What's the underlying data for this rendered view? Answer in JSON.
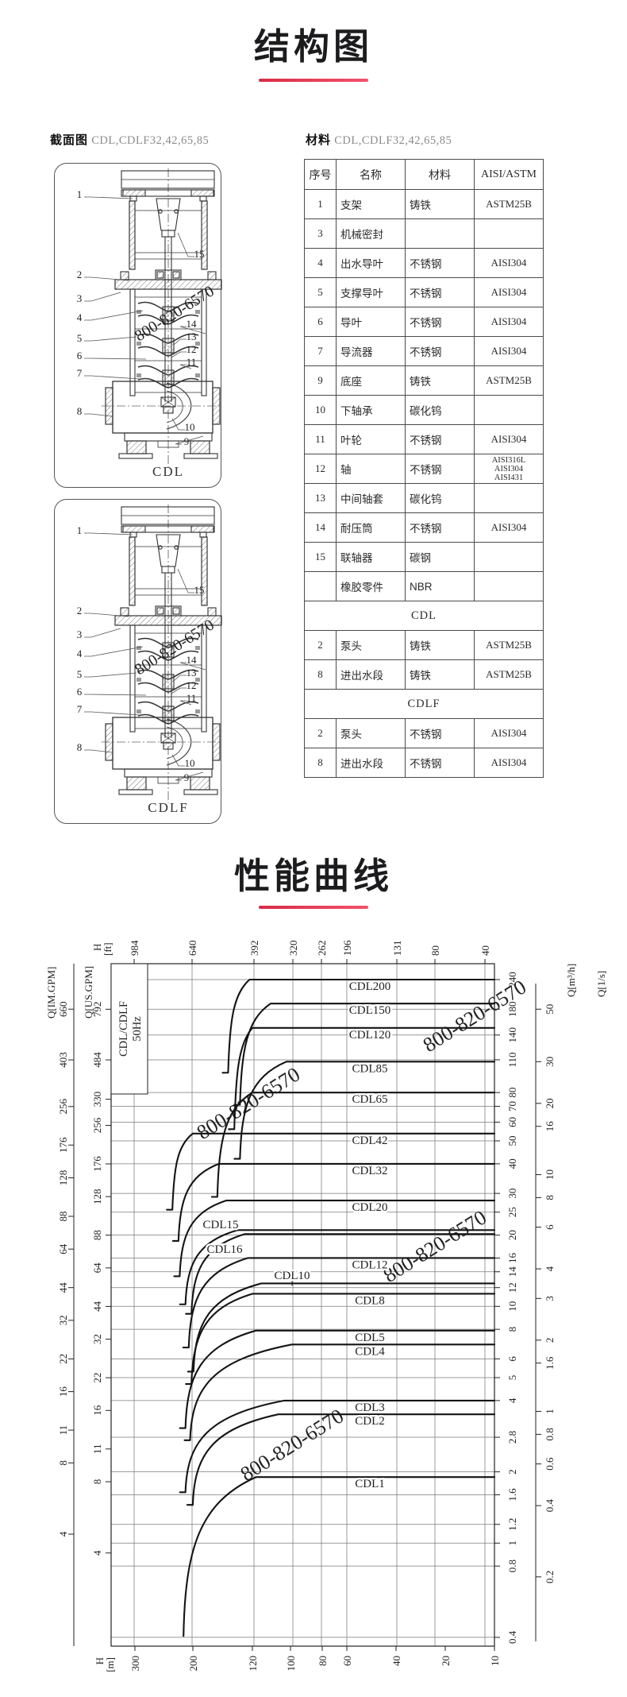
{
  "accent_color": "#e6354f",
  "watermark": "800-820-6570",
  "page": {
    "title_structure": "结构图",
    "title_performance": "性能曲线"
  },
  "section_view": {
    "label": "截面图",
    "models": "CDL,CDLF32,42,65,85",
    "diagrams": [
      {
        "name": "CDL",
        "callouts_left": [
          "1",
          "2",
          "3",
          "4",
          "5",
          "6",
          "7",
          "8"
        ],
        "callouts_right": [
          "15",
          "14",
          "13",
          "12",
          "11",
          "10",
          "9"
        ]
      },
      {
        "name": "CDLF",
        "callouts_left": [
          "1",
          "2",
          "3",
          "4",
          "5",
          "6",
          "7",
          "8"
        ],
        "callouts_right": [
          "15",
          "14",
          "13",
          "12",
          "11",
          "10",
          "9"
        ]
      }
    ]
  },
  "materials": {
    "label": "材料",
    "models": "CDL,CDLF32,42,65,85",
    "columns": [
      "序号",
      "名称",
      "材料",
      "AISI/ASTM"
    ],
    "rows": [
      {
        "c": [
          "1",
          "支架",
          "铸铁",
          "ASTM25B"
        ]
      },
      {
        "c": [
          "3",
          "机械密封",
          "",
          ""
        ]
      },
      {
        "c": [
          "4",
          "出水导叶",
          "不锈钢",
          "AISI304"
        ]
      },
      {
        "c": [
          "5",
          "支撑导叶",
          "不锈钢",
          "AISI304"
        ]
      },
      {
        "c": [
          "6",
          "导叶",
          "不锈钢",
          "AISI304"
        ]
      },
      {
        "c": [
          "7",
          "导流器",
          "不锈钢",
          "AISI304"
        ]
      },
      {
        "c": [
          "9",
          "底座",
          "铸铁",
          "ASTM25B"
        ]
      },
      {
        "c": [
          "10",
          "下轴承",
          "碳化钨",
          ""
        ]
      },
      {
        "c": [
          "11",
          "叶轮",
          "不锈钢",
          "AISI304"
        ]
      },
      {
        "c": [
          "12",
          "轴",
          "不锈钢",
          "AISI316L\nAISI304\nAISI431"
        ],
        "small": true
      },
      {
        "c": [
          "13",
          "中间轴套",
          "碳化钨",
          ""
        ]
      },
      {
        "c": [
          "14",
          "耐压筒",
          "不锈钢",
          "AISI304"
        ]
      },
      {
        "c": [
          "15",
          "联轴器",
          "碳钢",
          ""
        ]
      },
      {
        "c": [
          "",
          "橡胶零件",
          "NBR",
          ""
        ]
      },
      {
        "section": "CDL"
      },
      {
        "c": [
          "2",
          "泵头",
          "铸铁",
          "ASTM25B"
        ]
      },
      {
        "c": [
          "8",
          "进出水段",
          "铸铁",
          "ASTM25B"
        ]
      },
      {
        "section": "CDLF"
      },
      {
        "c": [
          "2",
          "泵头",
          "不锈钢",
          "AISI304"
        ]
      },
      {
        "c": [
          "8",
          "进出水段",
          "不锈钢",
          "AISI304"
        ]
      }
    ]
  },
  "chart_data": {
    "type": "line",
    "title": "CDL/CDLF",
    "subtitle": "50Hz",
    "grid": true,
    "legend_position": "inline-labels",
    "x_axis_top": {
      "label": "H [ft]",
      "ticks": [
        984,
        640,
        392,
        320,
        262,
        196,
        131,
        80,
        40
      ]
    },
    "x_axis_bottom": {
      "label": "H [m]",
      "ticks": [
        300,
        200,
        120,
        100,
        80,
        60,
        40,
        20,
        10
      ]
    },
    "y_axis_left_outer": {
      "label": "Q[IM.GPM]",
      "ticks": [
        660,
        403,
        256,
        176,
        128,
        88,
        64,
        44,
        32,
        22,
        16,
        11,
        8,
        4
      ]
    },
    "y_axis_left_inner": {
      "label": "Q[US.GPM]",
      "ticks": [
        792,
        484,
        330,
        256,
        176,
        128,
        88,
        64,
        44,
        32,
        22,
        16,
        11,
        8,
        4
      ]
    },
    "y_axis_right_inner": {
      "label": "Q[m³/h]",
      "ticks": [
        240,
        180,
        140,
        110,
        80,
        70,
        60,
        50,
        40,
        30,
        25,
        20,
        16,
        14,
        12,
        10,
        8,
        6,
        5,
        4,
        2.8,
        2,
        1.6,
        1.2,
        1,
        0.8,
        0.4
      ]
    },
    "y_axis_right_outer": {
      "label": "Q[1/s]",
      "ticks": [
        50,
        30,
        20,
        16,
        10,
        8,
        6,
        4,
        3,
        2,
        1.6,
        1,
        0.8,
        0.6,
        0.4,
        0.2
      ]
    },
    "series": [
      {
        "label": "CDL200",
        "q_max_m3h": 240,
        "q_min_m3h": 97,
        "h_knee_m": 123,
        "h_max_m": 155
      },
      {
        "label": "CDL150",
        "q_max_m3h": 190,
        "q_min_m3h": 71,
        "h_knee_m": 110,
        "h_max_m": 140
      },
      {
        "label": "CDL120",
        "q_max_m3h": 150,
        "q_min_m3h": 56,
        "h_knee_m": 120,
        "h_max_m": 147
      },
      {
        "label": "CDL85",
        "q_max_m3h": 108,
        "q_min_m3h": 42,
        "h_knee_m": 102,
        "h_max_m": 140
      },
      {
        "label": "CDL65",
        "q_max_m3h": 80,
        "q_min_m3h": 29,
        "h_knee_m": 120,
        "h_max_m": 170
      },
      {
        "label": "CDL42",
        "q_max_m3h": 53.7,
        "q_min_m3h": 25.6,
        "h_knee_m": 200,
        "h_max_m": 240
      },
      {
        "label": "CDL32",
        "q_max_m3h": 40,
        "q_min_m3h": 18.9,
        "h_knee_m": 160,
        "h_max_m": 230
      },
      {
        "label": "CDL20",
        "q_max_m3h": 28,
        "q_min_m3h": 13.4,
        "h_knee_m": 150,
        "h_max_m": 228
      },
      {
        "label": "CDL15",
        "q_max_m3h": 21,
        "q_min_m3h": 10.2,
        "h_knee_m": 136,
        "h_max_m": 219
      },
      {
        "label": "CDL16",
        "q_max_m3h": 20.2,
        "q_min_m3h": 9.3,
        "h_knee_m": 128,
        "h_max_m": 210
      },
      {
        "label": "CDL12",
        "q_max_m3h": 16,
        "q_min_m3h": 6.7,
        "h_knee_m": 125,
        "h_max_m": 214
      },
      {
        "label": "CDL10",
        "q_max_m3h": 12.5,
        "q_min_m3h": 5.3,
        "h_knee_m": 115,
        "h_max_m": 207
      },
      {
        "label": "CDL8",
        "q_max_m3h": 11.3,
        "q_min_m3h": 4.7,
        "h_knee_m": 120,
        "h_max_m": 210
      },
      {
        "label": "CDL5",
        "q_max_m3h": 7.9,
        "q_min_m3h": 3.06,
        "h_knee_m": 118,
        "h_max_m": 219
      },
      {
        "label": "CDL4",
        "q_max_m3h": 6.9,
        "q_min_m3h": 2.72,
        "h_knee_m": 99,
        "h_max_m": 212
      },
      {
        "label": "CDL3",
        "q_max_m3h": 4.0,
        "q_min_m3h": 1.64,
        "h_knee_m": 103,
        "h_max_m": 219
      },
      {
        "label": "CDL2",
        "q_max_m3h": 3.5,
        "q_min_m3h": 1.45,
        "h_knee_m": 106,
        "h_max_m": 208
      },
      {
        "label": "CDL1",
        "q_max_m3h": 1.9,
        "q_min_m3h": 0.405,
        "h_knee_m": 118,
        "h_max_m": 222
      }
    ]
  }
}
